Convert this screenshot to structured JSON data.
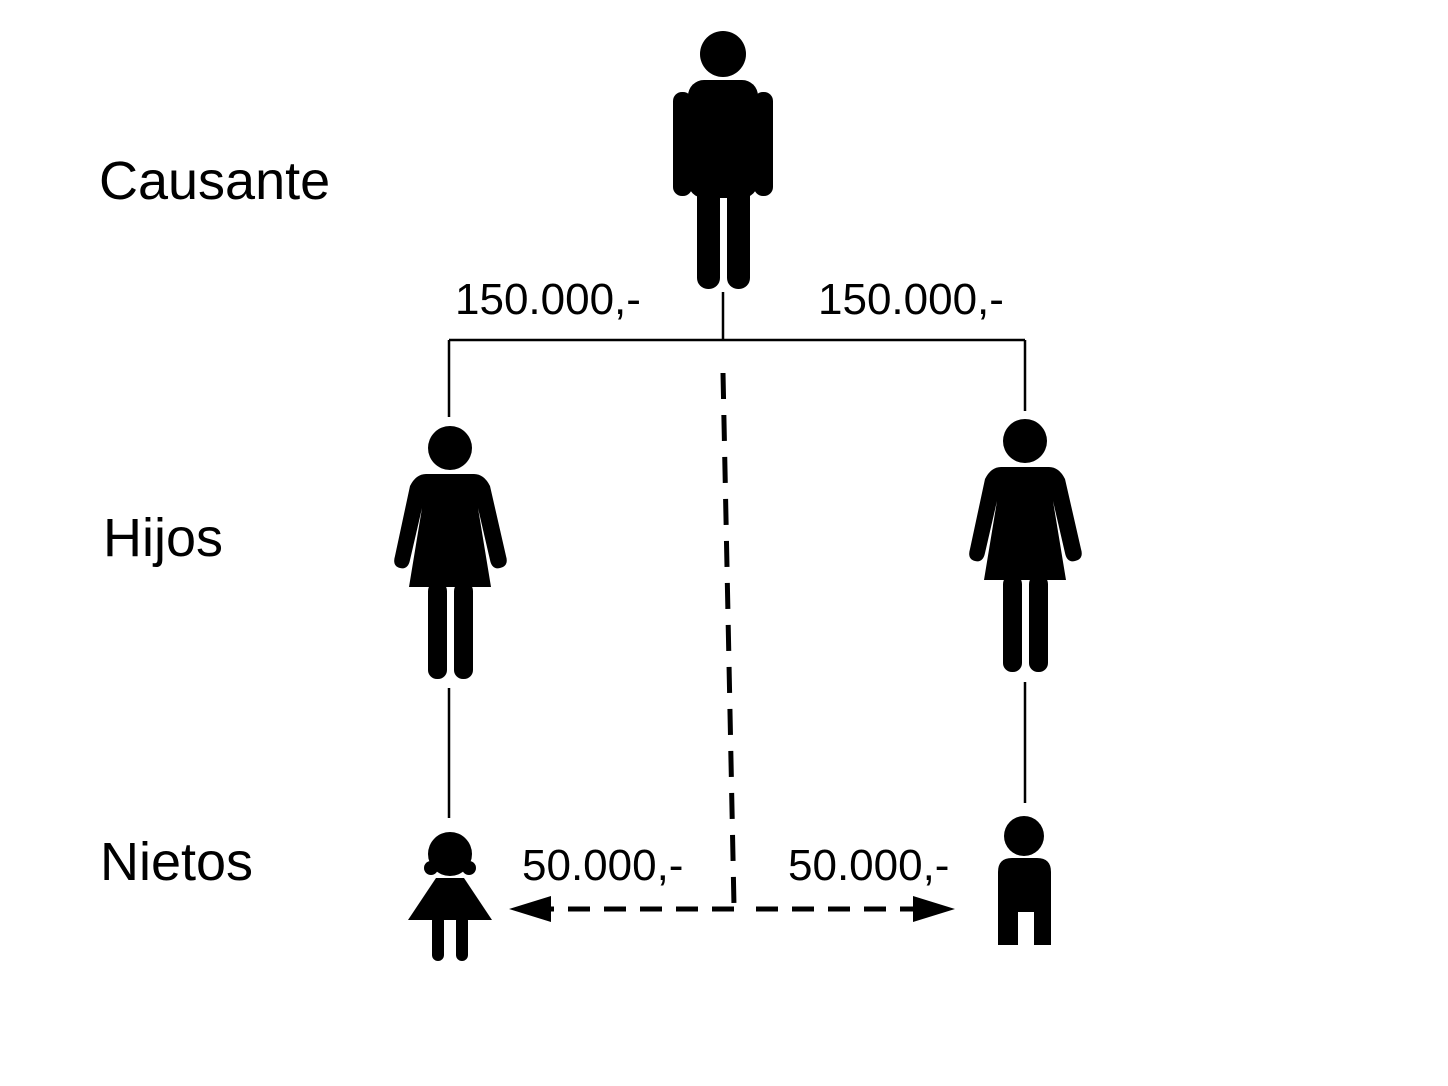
{
  "levels": {
    "causante": "Causante",
    "hijos": "Hijos",
    "nietos": "Nietos"
  },
  "amounts": {
    "hijo_left": "150.000,-",
    "hijo_right": "150.000,-",
    "nieto_left": "50.000,-",
    "nieto_right": "50.000,-"
  },
  "icons": {
    "causante": "man-icon",
    "hijo_left": "woman-icon",
    "hijo_right": "woman-icon",
    "nieto_left": "girl-icon",
    "nieto_right": "boy-icon"
  },
  "colors": {
    "ink": "#000000",
    "background": "#ffffff"
  }
}
